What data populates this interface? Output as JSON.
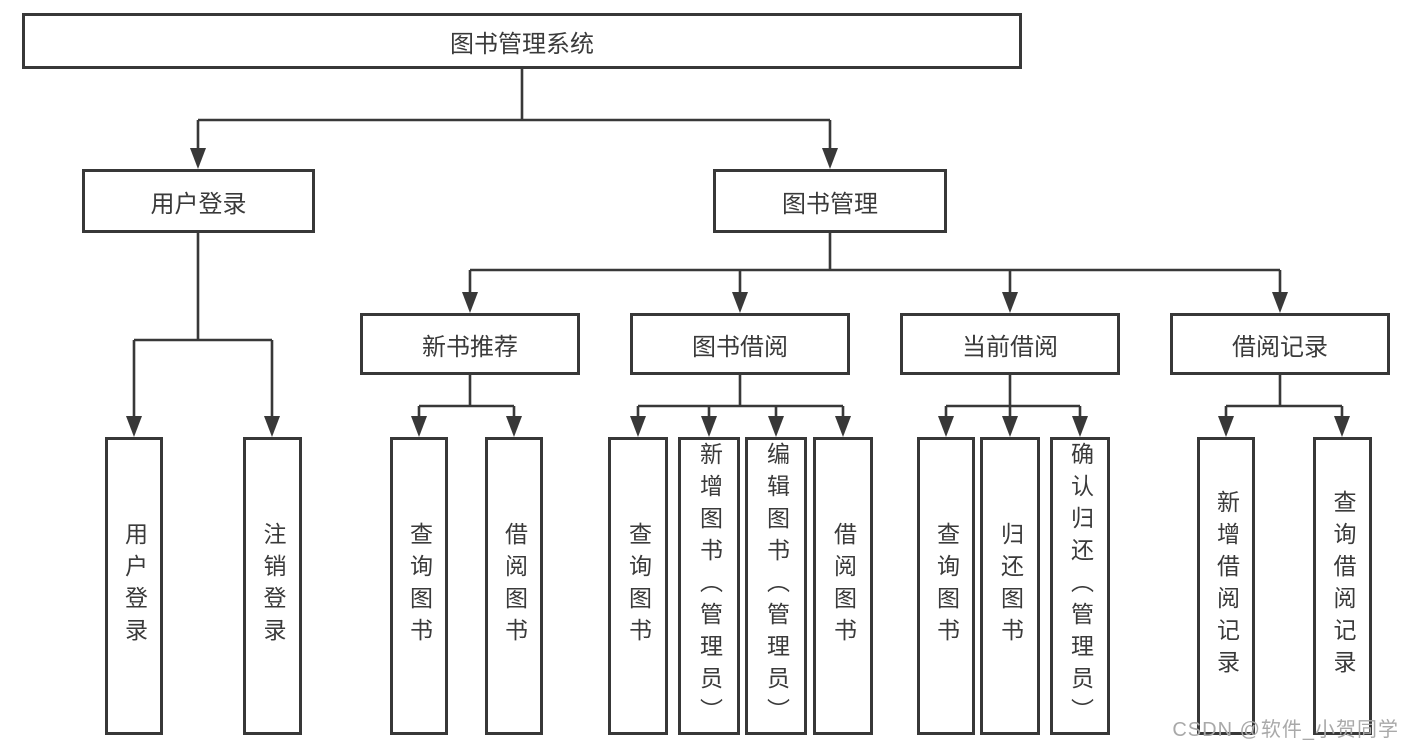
{
  "diagram": {
    "root": {
      "label": "图书管理系统"
    },
    "level2": [
      {
        "id": "user-login",
        "label": "用户登录"
      },
      {
        "id": "book-management",
        "label": "图书管理"
      }
    ],
    "level3": [
      {
        "id": "new-book-recommendation",
        "label": "新书推荐"
      },
      {
        "id": "book-borrowing",
        "label": "图书借阅"
      },
      {
        "id": "current-borrowing",
        "label": "当前借阅"
      },
      {
        "id": "borrowing-records",
        "label": "借阅记录"
      }
    ],
    "leaves": [
      {
        "group": "user-login",
        "label": "用户登录"
      },
      {
        "group": "user-login",
        "label": "注销登录"
      },
      {
        "group": "new-book-recommendation",
        "label": "查询图书"
      },
      {
        "group": "new-book-recommendation",
        "label": "借阅图书"
      },
      {
        "group": "book-borrowing",
        "label": "查询图书"
      },
      {
        "group": "book-borrowing",
        "label": "新增图书（管理员）"
      },
      {
        "group": "book-borrowing",
        "label": "编辑图书（管理员）"
      },
      {
        "group": "book-borrowing",
        "label": "借阅图书"
      },
      {
        "group": "current-borrowing",
        "label": "查询图书"
      },
      {
        "group": "current-borrowing",
        "label": "归还图书"
      },
      {
        "group": "current-borrowing",
        "label": "确认归还（管理员）"
      },
      {
        "group": "borrowing-records",
        "label": "新增借阅记录"
      },
      {
        "group": "borrowing-records",
        "label": "查询借阅记录"
      }
    ]
  },
  "watermark": {
    "text": "CSDN @软件_小贺同学"
  },
  "colors": {
    "line": "#383838",
    "text": "#3a3a3a",
    "box_fill": "#ffffff",
    "background": "#ffffff",
    "watermark": "#a9a9a9"
  }
}
